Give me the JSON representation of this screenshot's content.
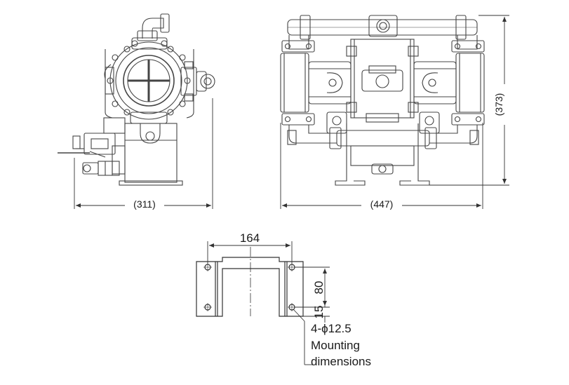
{
  "side_view": {
    "width_dim": "(311)"
  },
  "front_view": {
    "width_dim": "(447)",
    "height_dim": "(373)"
  },
  "mounting": {
    "width_dim": "164",
    "hole_spacing_dim": "80",
    "hole_offset_dim": "15",
    "hole_note": "4-ϕ12.5",
    "caption_line1": "Mounting",
    "caption_line2": "dimensions"
  }
}
